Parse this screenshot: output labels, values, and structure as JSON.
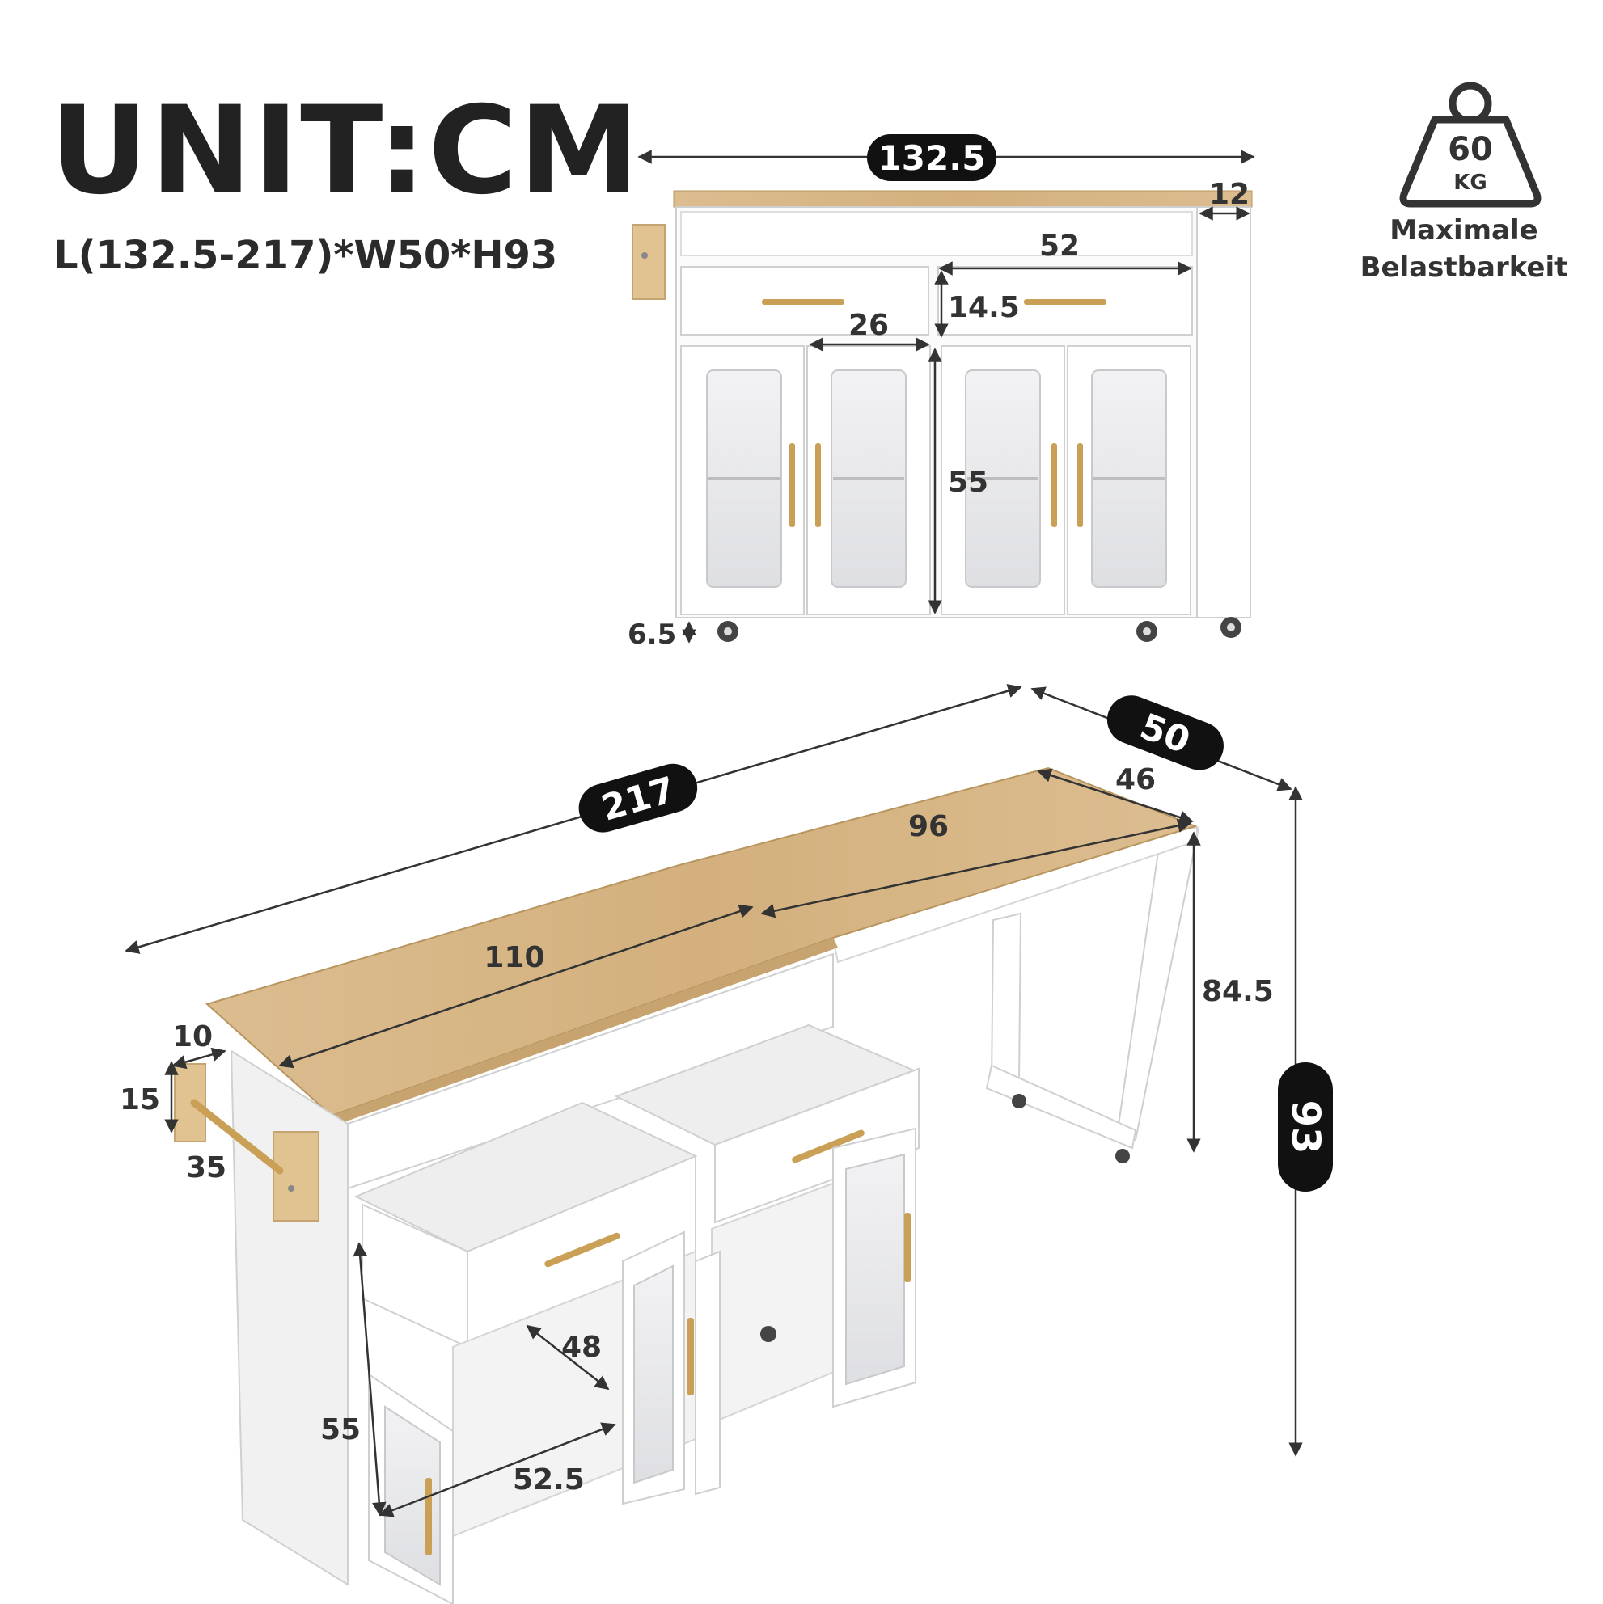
{
  "header": {
    "title": "UNIT:CM",
    "subtitle": "L(132.5-217)*W50*H93"
  },
  "weight_badge": {
    "value": "60",
    "unit": "KG",
    "caption_line1": "Maximale",
    "caption_line2": "Belastbarkeit"
  },
  "front_view": {
    "total_length": "132.5",
    "side_leaf_width": "12",
    "drawer_width": "52",
    "drawer_height": "14.5",
    "door_width": "26",
    "cabinet_height": "55",
    "wheel_height": "6.5"
  },
  "extended_view": {
    "total_length": "217",
    "depth": "50",
    "extension_depth": "46",
    "extension_length": "96",
    "main_length": "110",
    "extension_height": "84.5",
    "total_height": "93",
    "towel_rack_width": "10",
    "towel_rack_height": "15",
    "towel_rack_length": "35",
    "cabinet_height": "55",
    "cabinet_width": "52.5",
    "cabinet_depth": "48"
  },
  "colors": {
    "wood": "#d9b98c",
    "wood_dark": "#c9a775",
    "cabinet": "#ffffff",
    "cabinet_shade": "#e9e9ea",
    "handle_gold": "#c9a055",
    "pill_bg": "#111111",
    "dimension_line": "#333333"
  }
}
